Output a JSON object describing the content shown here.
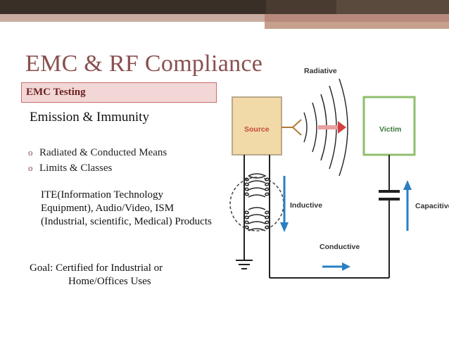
{
  "slide": {
    "title": "EMC & RF Compliance",
    "subtitle": "EMC  Testing",
    "heading": "Emission & Immunity",
    "bullets": [
      "Radiated & Conducted Means",
      "Limits & Classes"
    ],
    "paragraph": "ITE(Information Technology Equipment), Audio/Video, ISM (Industrial, scientific, Medical) Products",
    "goal_line1": "Goal: Certified for Industrial or",
    "goal_line2": "Home/Offices Uses"
  },
  "diagram": {
    "source": "Source",
    "victim": "Victim",
    "radiative": "Radiative",
    "inductive": "Inductive",
    "conductive": "Conductive",
    "capacitive": "Capacitive"
  },
  "colors": {
    "title": "#8a4f4f",
    "source_box": "#f2d9a8",
    "victim_box": "#8fbf6c",
    "arrow_blue": "#2a7fc1",
    "arrow_red": "#d14141"
  }
}
